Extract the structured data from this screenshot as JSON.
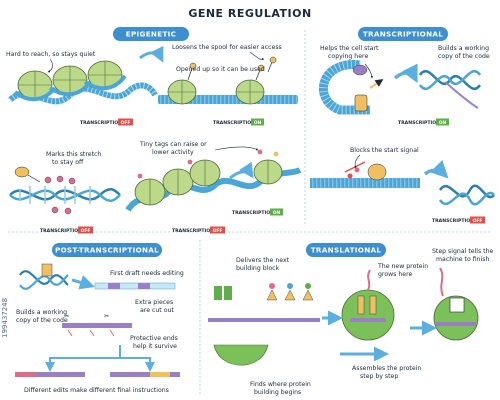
{
  "title": "GENE REGULATION",
  "sections": {
    "epigenetic": "EPIGENETIC",
    "transcriptional": "TRANSCRIPTIONAL",
    "post_transcriptional": "POST-TRANSCRIPTIONAL",
    "translational": "TRANSLATIONAL"
  },
  "notes": {
    "hard_to_reach": "Hard to reach, so stays quiet",
    "loosens_spool": "Loosens the spool for easier access",
    "opened_up": "Opened up so it can be used",
    "marks_stretch_1": "Marks this stretch",
    "marks_stretch_2": "to stay off",
    "tiny_tags_1": "Tiny tags can raise or",
    "tiny_tags_2": "lower activity",
    "helps_cell_1": "Helps the cell start",
    "helps_cell_2": "copying here",
    "builds_copy_1": "Builds a working",
    "builds_copy_2": "copy of the code",
    "blocks_start": "Blocks the start signal",
    "first_draft": "First draft needs editing",
    "builds_copy_pt_1": "Builds a working",
    "builds_copy_pt_2": "copy of the code",
    "extra_pieces_1": "Extra pieces",
    "extra_pieces_2": "are cut out",
    "protective_1": "Protective ends",
    "protective_2": "help it survive",
    "different_edits": "Different edits make different final instructions",
    "delivers_1": "Delivers the next",
    "delivers_2": "building block",
    "new_protein_1": "The new protein",
    "new_protein_2": "grows here",
    "stop_signal_1": "Step signal tells the",
    "stop_signal_2": "machine to finish",
    "finds_where_1": "Finds where protein",
    "finds_where_2": "building begins",
    "assembles_1": "Assembles the protein",
    "assembles_2": "step by step"
  },
  "status": {
    "label": "TRANSCRIPTION",
    "off": "OFF",
    "on": "ON"
  },
  "watermark": "199437248",
  "colors": {
    "dna_blue": "#4aa6d6",
    "dna_dark": "#2e7fb0",
    "nucleosome": "#bcd98a",
    "nucleosome_dark": "#7aa64a",
    "header_blue": "#3d8fd0",
    "arrow_blue": "#5aaee0",
    "off_red": "#e0504a",
    "on_green": "#5fae4a",
    "factor_yellow": "#f0c060",
    "mrna_purple": "#9b7fc4",
    "ribosome_green": "#7cc05a",
    "tag_pink": "#e06a8a"
  }
}
